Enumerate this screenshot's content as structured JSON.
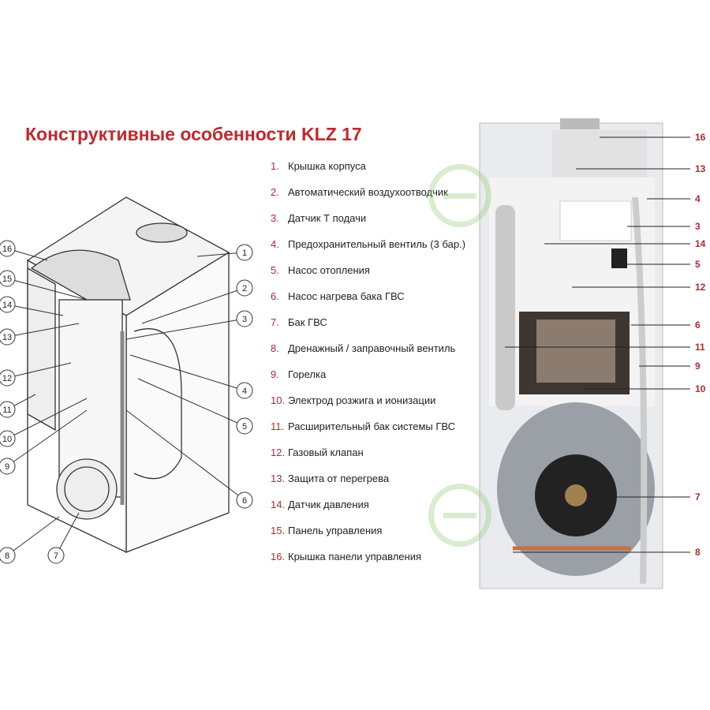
{
  "title": "Конструктивные особенности KLZ 17",
  "legend": [
    {
      "num": "1.",
      "label": "Крышка корпуса"
    },
    {
      "num": "2.",
      "label": "Автоматический воздухоотводчик"
    },
    {
      "num": "3.",
      "label": "Датчик  Т подачи"
    },
    {
      "num": "4.",
      "label": "Предохранительный вентиль (3 бар.)"
    },
    {
      "num": "5.",
      "label": "Насос отопления"
    },
    {
      "num": "6.",
      "label": "Насос нагрева бака ГВС"
    },
    {
      "num": "7.",
      "label": "Бак ГВС"
    },
    {
      "num": "8.",
      "label": "Дренажный / заправочный вентиль"
    },
    {
      "num": "9.",
      "label": "Горелка"
    },
    {
      "num": "10.",
      "label": "Электрод розжига и ионизации"
    },
    {
      "num": "11.",
      "label": "Расширительный бак системы ГВС"
    },
    {
      "num": "12.",
      "label": "Газовый клапан"
    },
    {
      "num": "13.",
      "label": "Защита от перегрева"
    },
    {
      "num": "14.",
      "label": "Датчик давления"
    },
    {
      "num": "15.",
      "label": "Панель управления"
    },
    {
      "num": "16.",
      "label": "Крышка панели управления"
    }
  ],
  "left_callouts": [
    "16",
    "15",
    "14",
    "13",
    "12",
    "11",
    "10",
    "9",
    "8",
    "7",
    "1",
    "2",
    "3",
    "4",
    "5",
    "6"
  ],
  "right_callouts": [
    "16",
    "13",
    "4",
    "3",
    "14",
    "5",
    "12",
    "6",
    "11",
    "9",
    "10",
    "7",
    "8"
  ],
  "colors": {
    "accent": "#b02a2e",
    "title": "#c0282d"
  }
}
